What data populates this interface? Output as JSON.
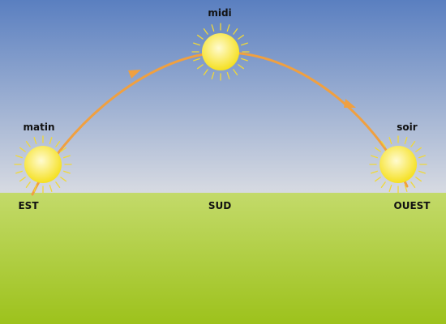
{
  "labels": {
    "morning": "matin",
    "noon": "midi",
    "evening": "soir",
    "east": "EST",
    "south": "SUD",
    "west": "OUEST"
  },
  "colors": {
    "sky_top": "#5a7fc0",
    "sky_bottom": "#d8dbe2",
    "ground_top": "#c3da6a",
    "ground_bottom": "#9dc21c",
    "path": "#f0a040",
    "sun_core": "#fffbd0",
    "sun_edge": "#f5e020",
    "sun_rays": "#f0d838"
  },
  "icons": {
    "sun": "sun-icon",
    "arrow": "arrowhead-icon"
  }
}
